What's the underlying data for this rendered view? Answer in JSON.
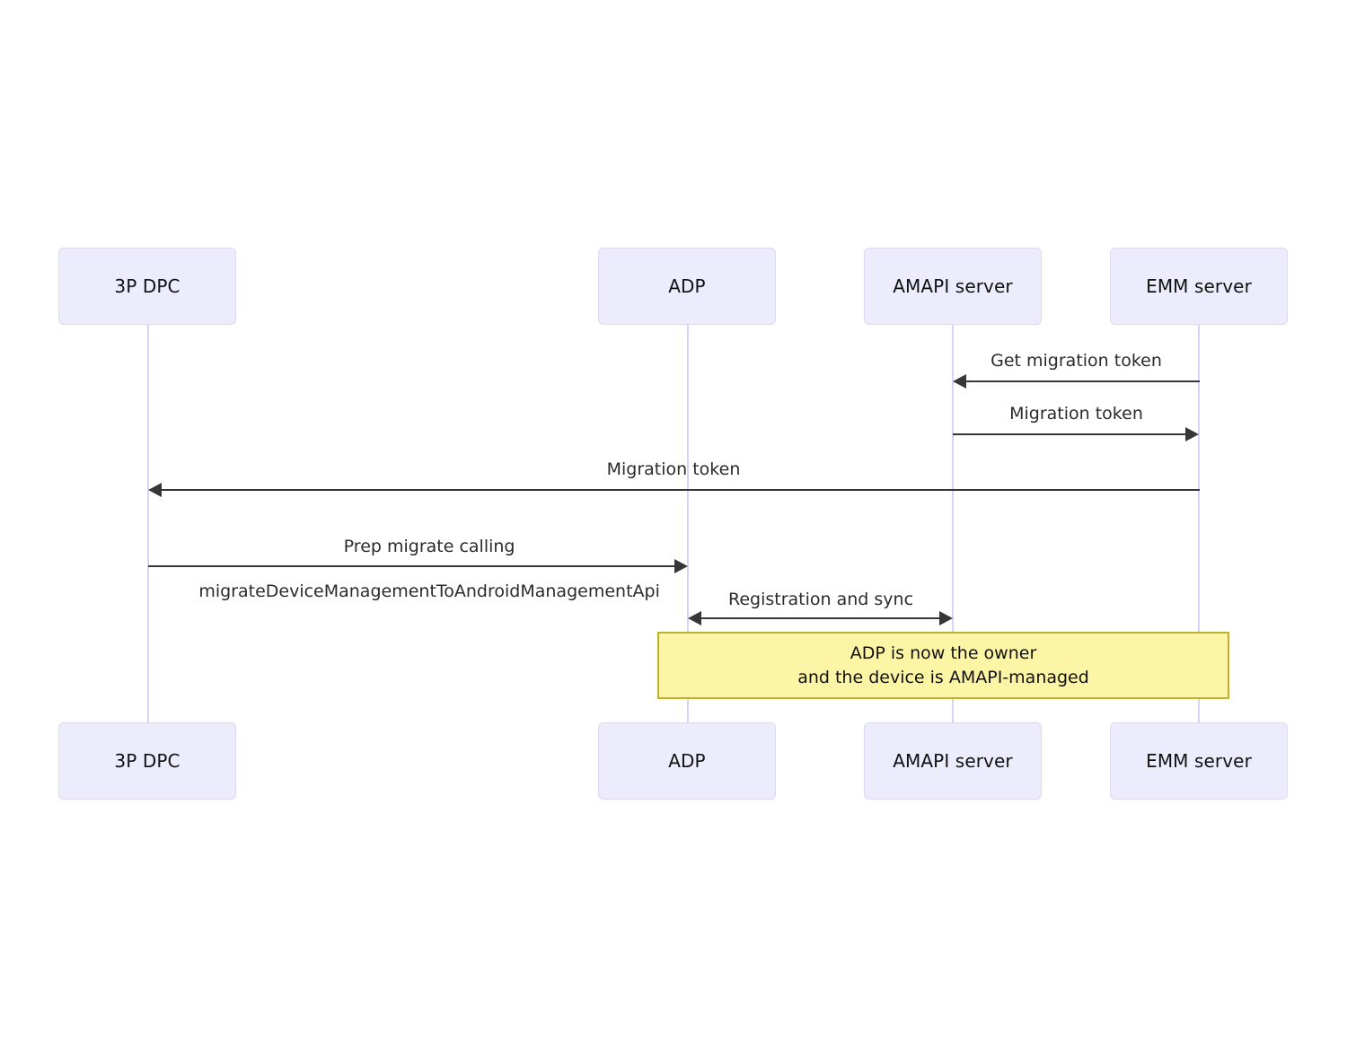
{
  "diagram": {
    "type": "sequence-diagram",
    "participants": [
      {
        "id": "dpc",
        "label": "3P DPC"
      },
      {
        "id": "adp",
        "label": "ADP"
      },
      {
        "id": "amapi",
        "label": "AMAPI server"
      },
      {
        "id": "emm",
        "label": "EMM server"
      }
    ],
    "messages": [
      {
        "id": "m1",
        "label": "Get migration token",
        "from": "emm",
        "to": "amapi",
        "direction": "left"
      },
      {
        "id": "m2",
        "label": "Migration token",
        "from": "amapi",
        "to": "emm",
        "direction": "right"
      },
      {
        "id": "m3",
        "label": "Migration token",
        "from": "emm",
        "to": "dpc",
        "direction": "left"
      },
      {
        "id": "m4",
        "label_line1": "Prep migrate calling",
        "label_line2": "migrateDeviceManagementToAndroidManagementApi",
        "from": "dpc",
        "to": "adp",
        "direction": "right"
      },
      {
        "id": "m5",
        "label": "Registration and sync",
        "from": "adp",
        "to": "amapi",
        "direction": "both"
      }
    ],
    "note": {
      "line1": "ADP is now the owner",
      "line2": "and the device is AMAPI-managed"
    },
    "colors": {
      "participant_fill": "#ececfd",
      "participant_border": "#ded6f7",
      "lifeline": "#d9d2f5",
      "arrow": "#37373a",
      "note_fill": "#fdf5a6",
      "note_border": "#bdb136",
      "text": "#111111",
      "background": "#ffffff"
    }
  }
}
